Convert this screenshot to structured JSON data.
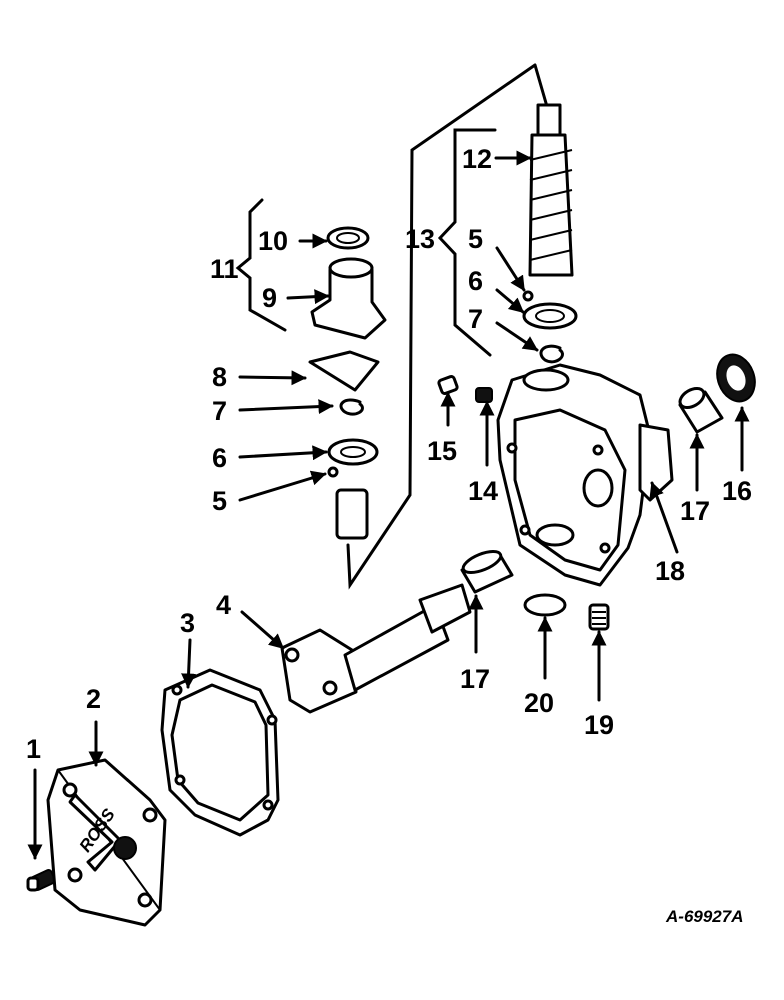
{
  "diagram": {
    "reference_code": "A-69927A",
    "cover_text": "ROSS",
    "callouts": {
      "c1": "1",
      "c2": "2",
      "c3": "3",
      "c4": "4",
      "c5a": "5",
      "c5b": "5",
      "c6a": "6",
      "c6b": "6",
      "c7a": "7",
      "c7b": "7",
      "c8": "8",
      "c9": "9",
      "c10": "10",
      "c11": "11",
      "c12": "12",
      "c13": "13",
      "c14": "14",
      "c15": "15",
      "c16": "16",
      "c17a": "17",
      "c17b": "17",
      "c18": "18",
      "c19": "19",
      "c20": "20"
    }
  }
}
